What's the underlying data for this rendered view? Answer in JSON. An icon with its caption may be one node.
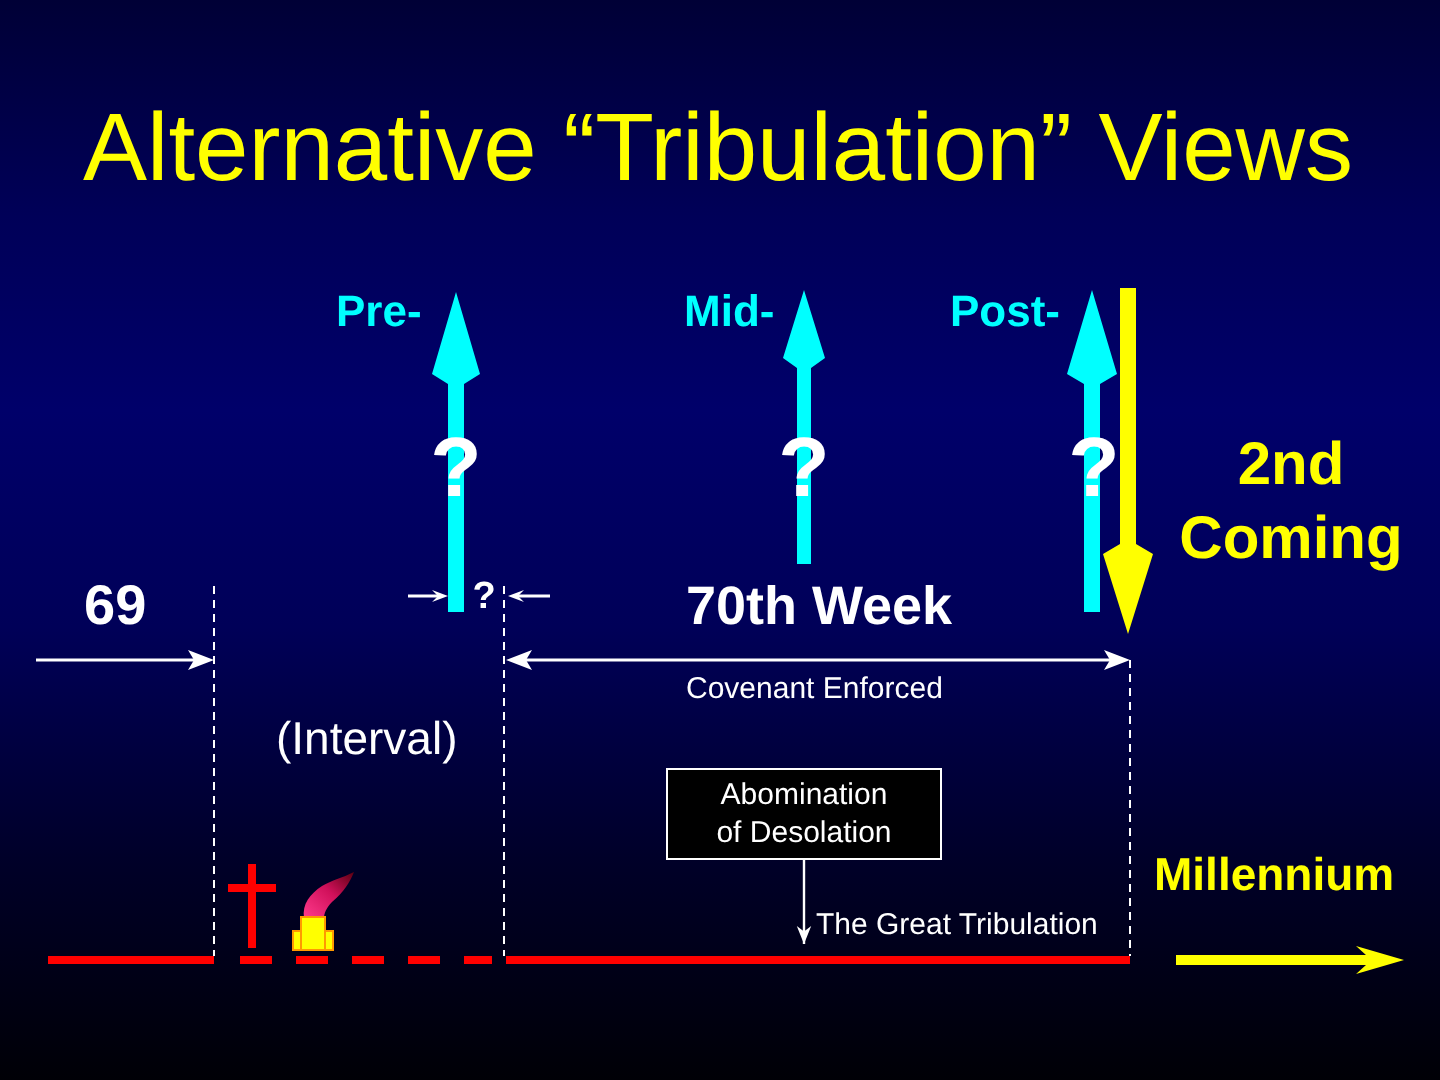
{
  "diagram": {
    "title": "Alternative “Tribulation” Views",
    "nodes": [
      {
        "text": [
          "Abomination of Desolation"
        ]
      },
      {
        "text": [
          "The Great Tribulation"
        ]
      }
    ],
    "edges": [
      {
        "from": 0,
        "to": 1,
        "arrow": "to"
      }
    ],
    "labels": [
      "Pre-",
      "Mid-",
      "Post-",
      "?",
      "?",
      "?",
      "2nd Coming",
      "69",
      "?",
      "70th Week",
      "Covenant Enforced",
      "(Interval)",
      "Millennium"
    ]
  }
}
